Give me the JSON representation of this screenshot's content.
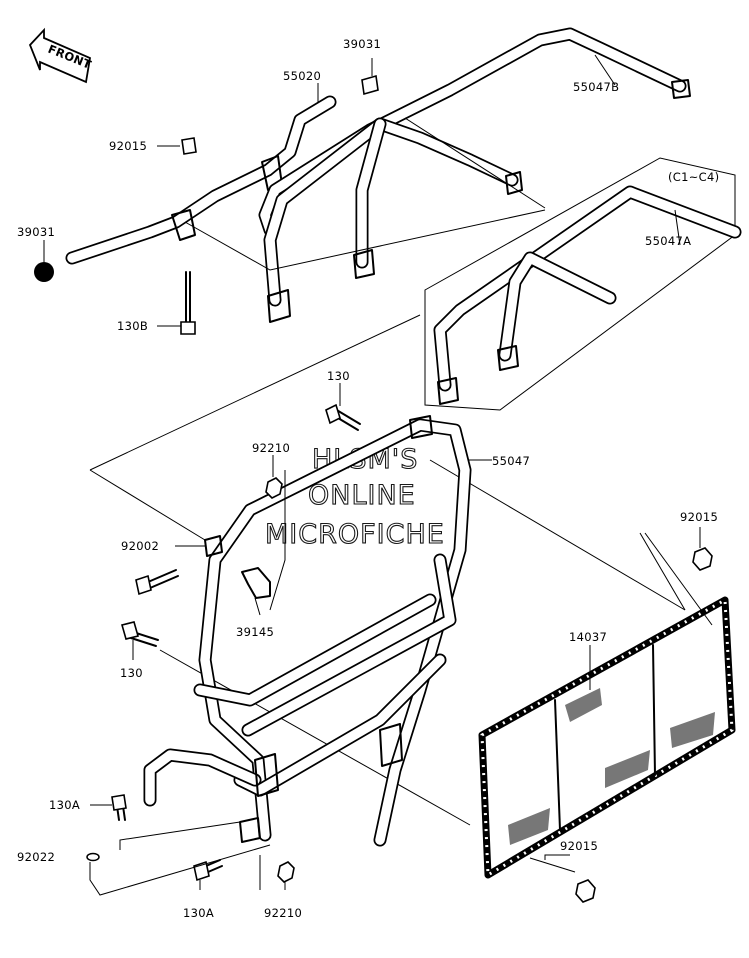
{
  "front_arrow": {
    "label": "FRONT"
  },
  "watermark": {
    "line1": "HLSM'S",
    "line2": "ONLINE",
    "line3": "MICROFICHE"
  },
  "variant_note": "(C1~C4)",
  "callouts": [
    {
      "id": "39031-top",
      "text": "39031"
    },
    {
      "id": "55020",
      "text": "55020"
    },
    {
      "id": "55047B",
      "text": "55047B"
    },
    {
      "id": "92015-top",
      "text": "92015"
    },
    {
      "id": "39031-left",
      "text": "39031"
    },
    {
      "id": "55047A",
      "text": "55047A"
    },
    {
      "id": "130B",
      "text": "130B"
    },
    {
      "id": "130-top",
      "text": "130"
    },
    {
      "id": "92210-top",
      "text": "92210"
    },
    {
      "id": "55047",
      "text": "55047"
    },
    {
      "id": "92002",
      "text": "92002"
    },
    {
      "id": "92015-right",
      "text": "92015"
    },
    {
      "id": "39145",
      "text": "39145"
    },
    {
      "id": "14037",
      "text": "14037"
    },
    {
      "id": "130-left",
      "text": "130"
    },
    {
      "id": "130A-left",
      "text": "130A"
    },
    {
      "id": "92015-bottom",
      "text": "92015"
    },
    {
      "id": "92022",
      "text": "92022"
    },
    {
      "id": "130A-bottom",
      "text": "130A"
    },
    {
      "id": "92210-bottom",
      "text": "92210"
    }
  ]
}
